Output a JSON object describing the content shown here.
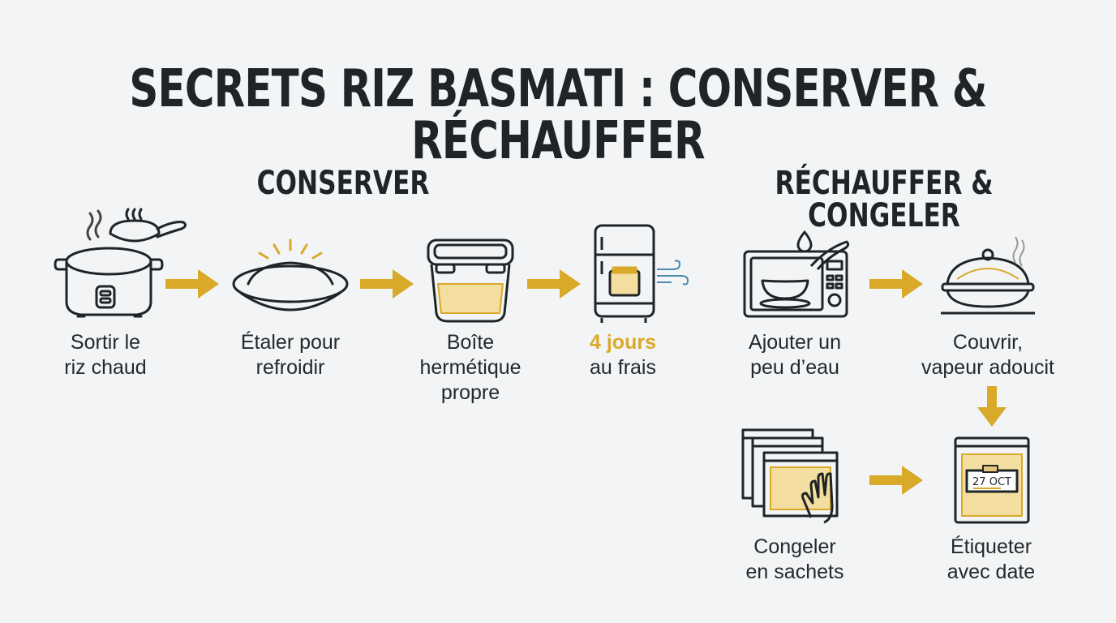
{
  "title": "SECRETS RIZ BASMATI : CONSERVER & RÉCHAUFFER",
  "sections": {
    "left": {
      "title": "CONSERVER"
    },
    "right": {
      "title": "RÉCHAUFFER & CONGELER"
    }
  },
  "steps": {
    "conserver": [
      {
        "icon": "rice-cooker-icon",
        "line1": "Sortir le",
        "line2": "riz chaud"
      },
      {
        "icon": "plate-of-rice-icon",
        "line1": "Étaler pour",
        "line2": "refroidir"
      },
      {
        "icon": "airtight-container-icon",
        "line1": "Boîte",
        "line2": "hermétique",
        "line3": "propre"
      },
      {
        "icon": "fridge-icon",
        "highlight": "4 jours",
        "line2": "au frais"
      }
    ],
    "rechauffer": [
      {
        "icon": "microwave-icon",
        "line1": "Ajouter un",
        "line2": "peu d’eau"
      },
      {
        "icon": "covered-dish-icon",
        "line1": "Couvrir,",
        "line2": "vapeur adoucit"
      },
      {
        "icon": "freezer-bags-icon",
        "line1": "Congeler",
        "line2": "en sachets"
      },
      {
        "icon": "labeled-bag-icon",
        "line1": "Étiqueter",
        "line2": "avec date",
        "tag": "27 OCT"
      }
    ]
  },
  "colors": {
    "background": "#f3f4f5",
    "text": "#1f2526",
    "accent": "#d9a92a",
    "cold_air": "#4a8bb0"
  }
}
